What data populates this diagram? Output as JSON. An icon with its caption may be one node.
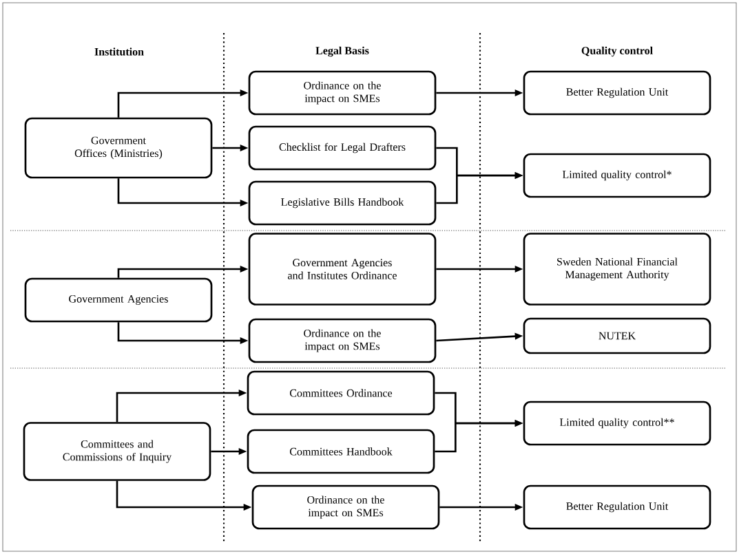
{
  "diagram": {
    "nodes": [
      {
        "text": [
          "Government Offices (Ministries)"
        ]
      },
      {
        "text": [
          "Ordinance on the impact on SMEs"
        ]
      },
      {
        "text": [
          "Better Regulation Unit"
        ]
      },
      {
        "text": [
          "Checklist for Legal Drafters"
        ]
      },
      {
        "text": [
          "Limited quality control*"
        ]
      },
      {
        "text": [
          "Legislative Bills Handbook"
        ]
      },
      {
        "text": [
          "Government Agencies"
        ]
      },
      {
        "text": [
          "Government Agencies and Institutes Ordinance"
        ]
      },
      {
        "text": [
          "Sweden National Financial Management Authority"
        ]
      },
      {
        "text": [
          "Ordinance on the impact on SMEs"
        ]
      },
      {
        "text": [
          "NUTEK"
        ]
      },
      {
        "text": [
          "Committees Ordinance"
        ]
      },
      {
        "text": [
          "Limited quality control**"
        ]
      },
      {
        "text": [
          "Committees and Commissions of Inquiry"
        ]
      },
      {
        "text": [
          "Committees Handbook"
        ]
      },
      {
        "text": [
          "Ordinance on the impact on SMEs"
        ]
      },
      {
        "text": [
          "Better Regulation Unit"
        ]
      }
    ],
    "edges": [
      {
        "from": 0,
        "to": 1,
        "arrow": "to"
      },
      {
        "from": 0,
        "to": 3,
        "arrow": "to"
      },
      {
        "from": 0,
        "to": 5,
        "arrow": "to"
      },
      {
        "from": 1,
        "to": 2,
        "arrow": "to"
      },
      {
        "from": 3,
        "to": 4,
        "arrow": "to"
      },
      {
        "from": 5,
        "to": 4,
        "arrow": "to"
      },
      {
        "from": 6,
        "to": 7,
        "arrow": "to"
      },
      {
        "from": 6,
        "to": 9,
        "arrow": "to"
      },
      {
        "from": 7,
        "to": 8,
        "arrow": "to"
      },
      {
        "from": 9,
        "to": 10,
        "arrow": "to"
      },
      {
        "from": 13,
        "to": 11,
        "arrow": "to"
      },
      {
        "from": 13,
        "to": 14,
        "arrow": "to"
      },
      {
        "from": 13,
        "to": 15,
        "arrow": "to"
      },
      {
        "from": 11,
        "to": 12,
        "arrow": "to"
      },
      {
        "from": 14,
        "to": 12,
        "arrow": "to"
      },
      {
        "from": 15,
        "to": 16,
        "arrow": "to"
      }
    ],
    "labels": [
      "Institution",
      "Legal Basis",
      "Quality control"
    ]
  }
}
